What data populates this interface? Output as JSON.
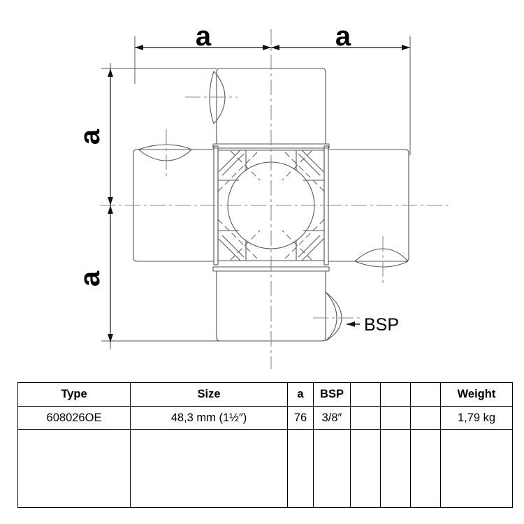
{
  "drawing": {
    "title": "Cross fitting technical drawing",
    "dimension_labels": {
      "top_left": "a",
      "top_right": "a",
      "left_upper": "a",
      "left_lower": "a"
    },
    "annotations": {
      "bsp_callout": "BSP"
    },
    "colors": {
      "outline": "#555555",
      "dimension": "#1a1a1a",
      "centerline": "#7a7a7a",
      "hidden": "#555555",
      "background": "#ffffff"
    }
  },
  "table": {
    "headers": [
      "Type",
      "Size",
      "a",
      "BSP",
      "",
      "",
      "",
      "Weight"
    ],
    "rows": [
      [
        "608026OE",
        "48,3 mm (1½″)",
        "76",
        "3/8″",
        "",
        "",
        "",
        "1,79 kg"
      ]
    ]
  }
}
